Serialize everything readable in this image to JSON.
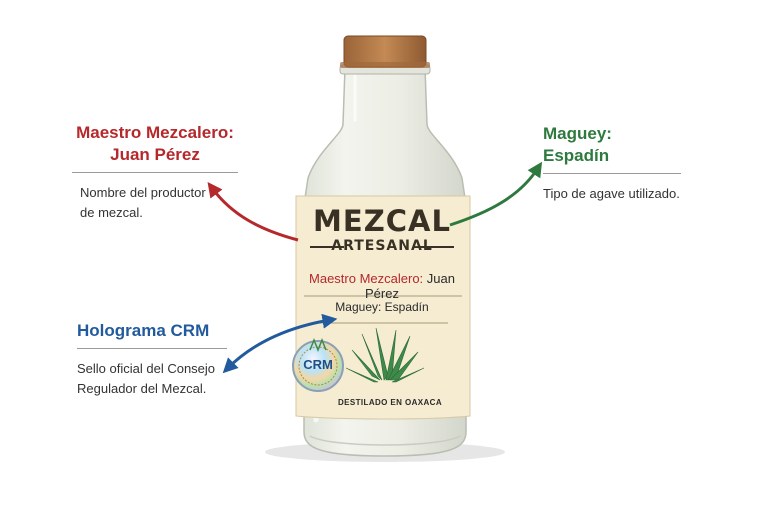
{
  "label": {
    "title": "MEZCAL",
    "subtitle": "ARTESANAL",
    "maestro_key": "Maestro Mezcalero:",
    "maestro_value": " Juan Pérez",
    "maguey": "Maguey: Espadín",
    "footer": "DESTILADO EN OAXACA",
    "seal_text": "CRM"
  },
  "callouts": {
    "maestro": {
      "title_line1": "Maestro Mezcalero:",
      "title_line2": "Juan Pérez",
      "desc_line1": "Nombre del productor",
      "desc_line2": "de mezcal.",
      "color": "#b5282b"
    },
    "maguey": {
      "title": "Maguey: Espadín",
      "desc": "Tipo de agave utilizado.",
      "color": "#2e7a3e"
    },
    "crm": {
      "title": "Holograma CRM",
      "desc_line1": "Sello oficial del Consejo",
      "desc_line2": "Regulador del Mezcal.",
      "color": "#225a9e"
    }
  }
}
